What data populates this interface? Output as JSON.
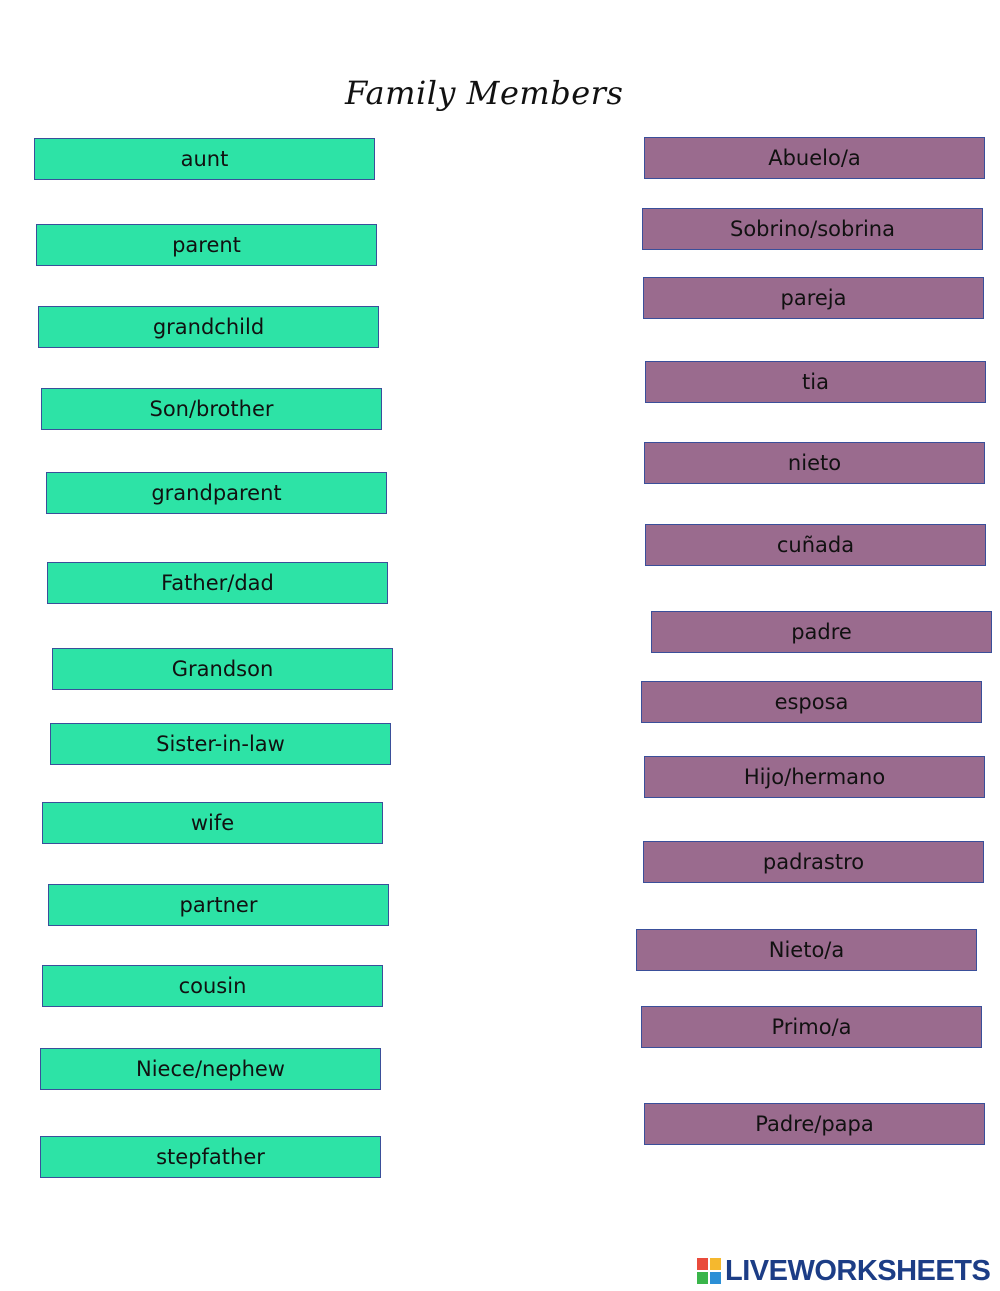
{
  "title": "Family Members",
  "english_words": [
    "aunt",
    "parent",
    "grandchild",
    "Son/brother",
    "grandparent",
    "Father/dad",
    "Grandson",
    "Sister-in-law",
    "wife",
    "partner",
    "cousin",
    "Niece/nephew",
    "stepfather"
  ],
  "spanish_words": [
    "Abuelo/a",
    "Sobrino/sobrina",
    "pareja",
    "tia",
    "nieto",
    "cuñada",
    "padre",
    "esposa",
    "Hijo/hermano",
    "padrastro",
    "Nieto/a",
    "Primo/a",
    "Padre/papa"
  ],
  "logo": {
    "text": "LIVEWORKSHEETS"
  },
  "colors": {
    "english_box": "#2de3a6",
    "spanish_box": "#9a6b8e",
    "border": "#3a4f9a",
    "logo": "#1c3d86"
  }
}
